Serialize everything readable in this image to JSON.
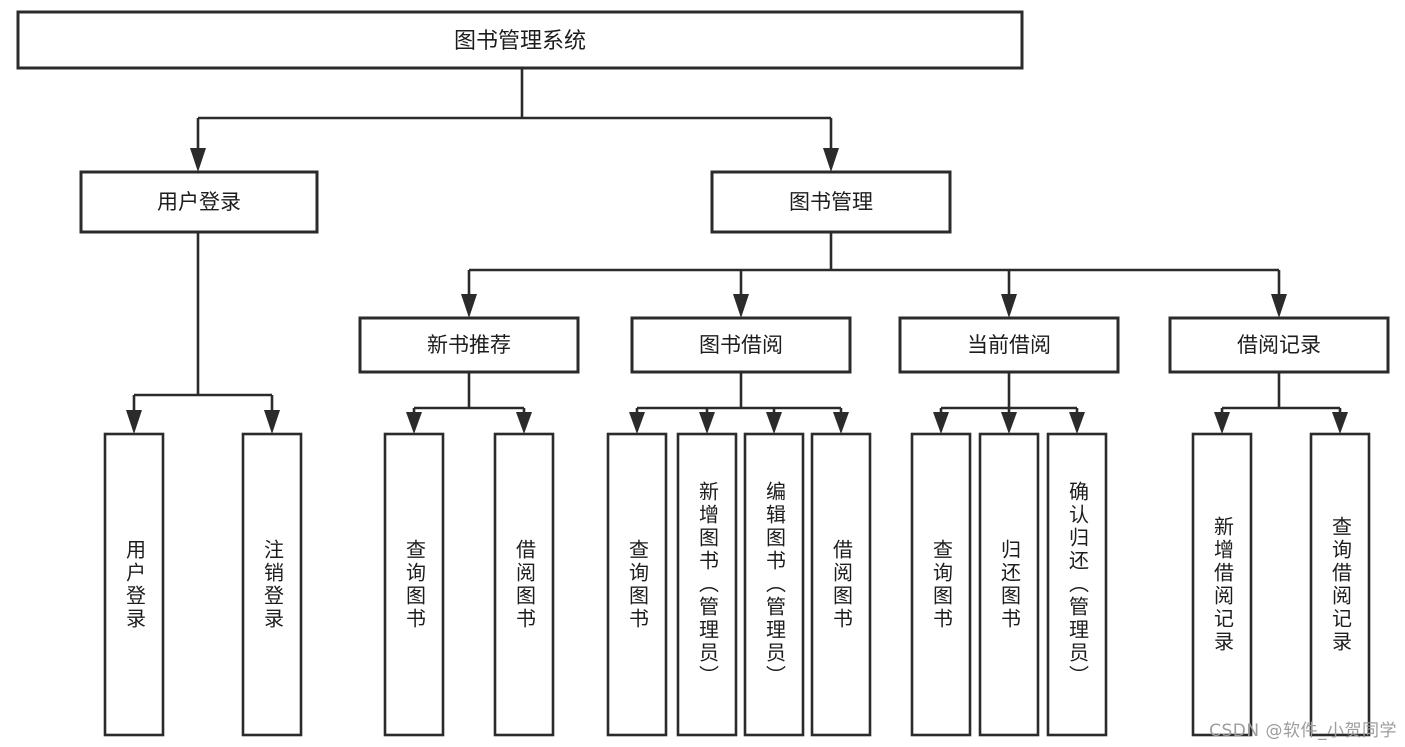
{
  "diagram": {
    "type": "tree-hierarchy",
    "title": "图书管理系统",
    "orientation": "top-down",
    "colors": {
      "box_fill": "#ffffff",
      "box_stroke": "#2b2b2b",
      "text": "#1d1d1d",
      "background": "#ffffff",
      "watermark": "#9d9d9d"
    },
    "levels": {
      "root": {
        "label": "图书管理系统"
      },
      "level2": [
        {
          "label": "用户登录"
        },
        {
          "label": "图书管理"
        }
      ],
      "level3": [
        {
          "label": "新书推荐",
          "parent": "图书管理"
        },
        {
          "label": "图书借阅",
          "parent": "图书管理"
        },
        {
          "label": "当前借阅",
          "parent": "图书管理"
        },
        {
          "label": "借阅记录",
          "parent": "图书管理"
        }
      ],
      "leaves": [
        {
          "label": "用户登录",
          "parent": "用户登录"
        },
        {
          "label": "注销登录",
          "parent": "用户登录"
        },
        {
          "label": "查询图书",
          "parent": "新书推荐"
        },
        {
          "label": "借阅图书",
          "parent": "新书推荐"
        },
        {
          "label": "查询图书",
          "parent": "图书借阅"
        },
        {
          "label": "新增图书（管理员）",
          "parent": "图书借阅"
        },
        {
          "label": "编辑图书（管理员）",
          "parent": "图书借阅"
        },
        {
          "label": "借阅图书",
          "parent": "图书借阅"
        },
        {
          "label": "查询图书",
          "parent": "当前借阅"
        },
        {
          "label": "归还图书",
          "parent": "当前借阅"
        },
        {
          "label": "确认归还（管理员）",
          "parent": "当前借阅"
        },
        {
          "label": "新增借阅记录",
          "parent": "借阅记录"
        },
        {
          "label": "查询借阅记录",
          "parent": "借阅记录"
        }
      ]
    }
  },
  "watermark": {
    "text": "CSDN @软件_小贺同学"
  }
}
